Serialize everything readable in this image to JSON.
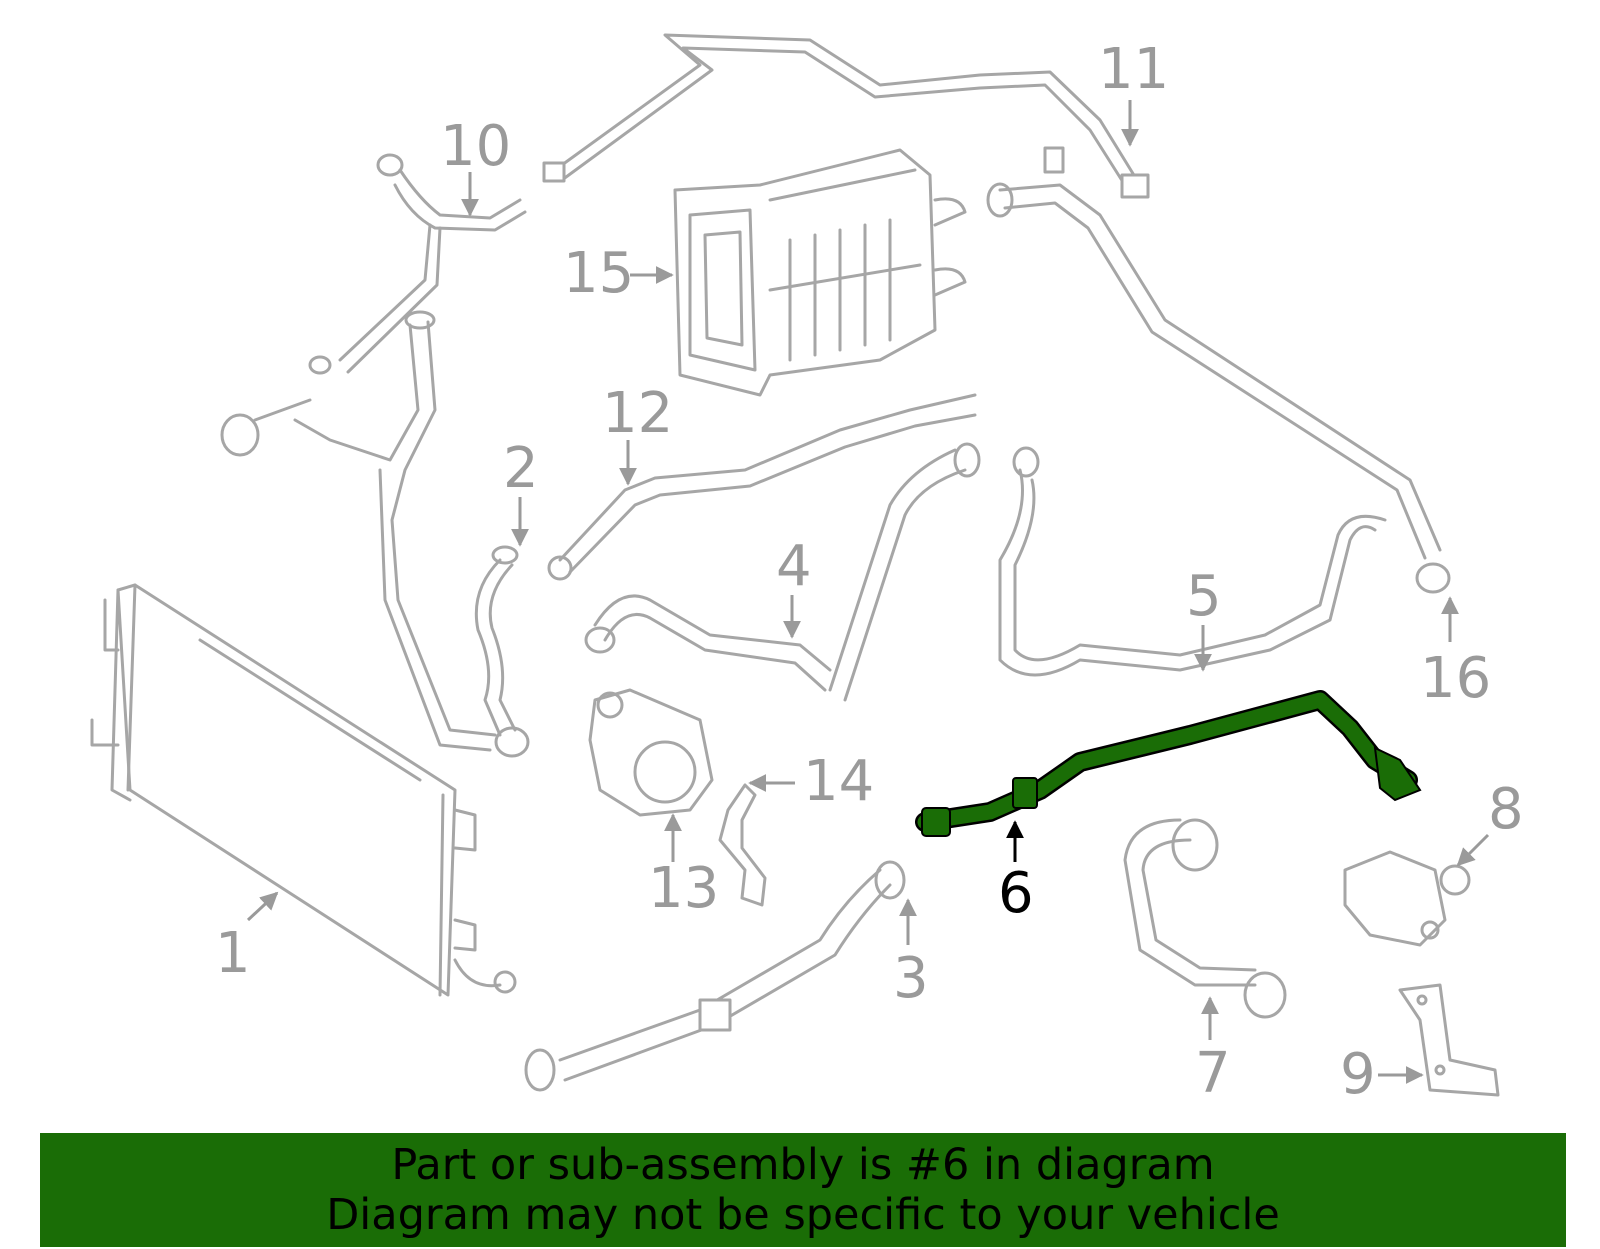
{
  "highlight_color": "#1a6d06",
  "callouts": {
    "c1": "1",
    "c2": "2",
    "c3": "3",
    "c4": "4",
    "c5": "5",
    "c6": "6",
    "c7": "7",
    "c8": "8",
    "c9": "9",
    "c10": "10",
    "c11": "11",
    "c12": "12",
    "c13": "13",
    "c14": "14",
    "c15": "15",
    "c16": "16"
  },
  "highlighted_part": "6",
  "banner": {
    "line1": "Part or sub-assembly is #6 in diagram",
    "line2": "Diagram may not be specific to your vehicle"
  }
}
